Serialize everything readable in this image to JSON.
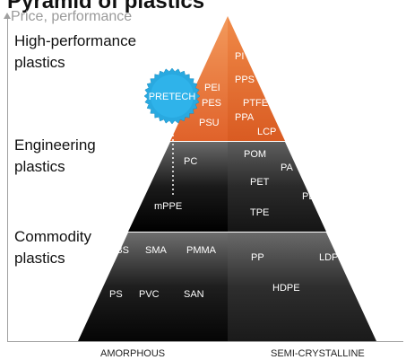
{
  "header": {
    "title": "Pyramid of plastics",
    "axis_label": "Price, performance"
  },
  "tiers": {
    "high_performance": "High-performance\nplastics",
    "engineering": "Engineering\nplastics",
    "commodity": "Commodity\nplastics"
  },
  "columns": {
    "amorphous": "AMORPHOUS",
    "semi_crystalline": "SEMI-CRYSTALLINE"
  },
  "badge": {
    "label": "PRETECH",
    "color": "#29a9e0"
  },
  "materials": {
    "pi": "PI",
    "pps": "PPS",
    "pei": "PEI",
    "pes": "PES",
    "ptfe": "PTFE",
    "ppa": "PPA",
    "psu": "PSU",
    "lcp": "LCP",
    "pc": "PC",
    "pom": "POM",
    "pa": "PA",
    "pet": "PET",
    "pbt": "PBT",
    "mppe": "mPPE",
    "tpe": "TPE",
    "abs": "ABS",
    "sma": "SMA",
    "pmma": "PMMA",
    "pp": "PP",
    "ldpe": "LDPE",
    "hdpe": "HDPE",
    "ps": "PS",
    "pvc": "PVC",
    "san": "SAN"
  },
  "colors": {
    "top_tier": "#e8742f",
    "middle_tier": "#2b2b2b",
    "bottom_tier": "#333333"
  }
}
